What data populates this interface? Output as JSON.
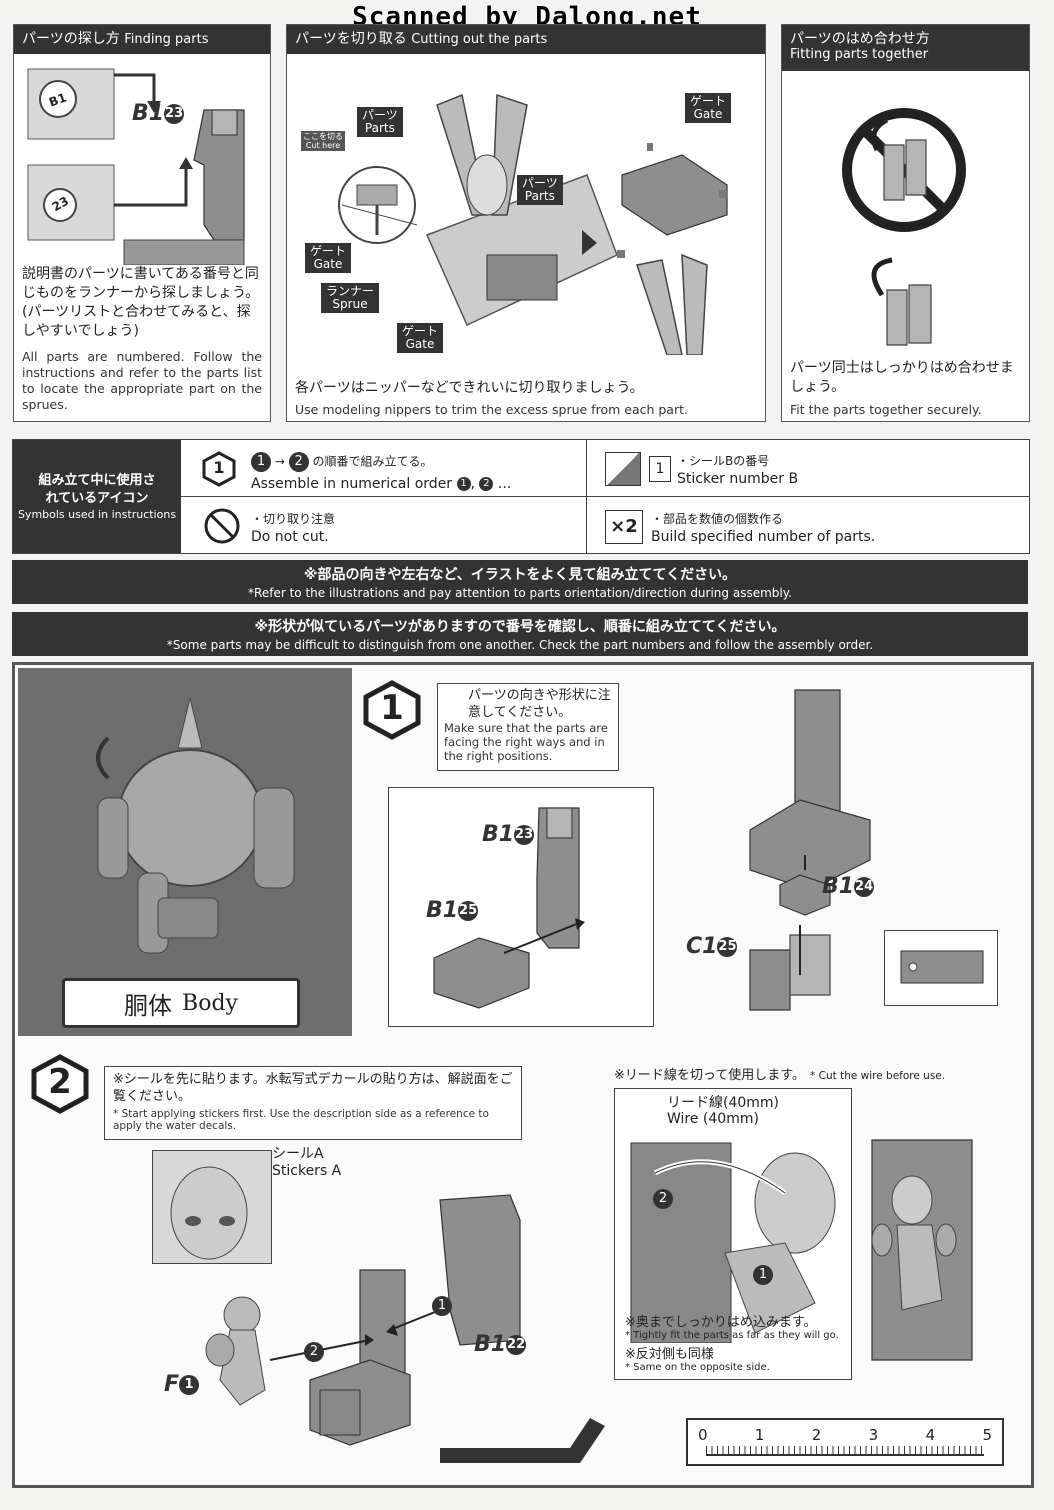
{
  "watermark": "Scanned by Dalong.net",
  "panel_find": {
    "title_jp": "パーツの探し方",
    "title_en": "Finding parts",
    "part_code": "B1",
    "part_num": "23",
    "sprue_tag_1": "B1",
    "sprue_tag_2": "23",
    "desc_jp": "説明書のパーツに書いてある番号と同じものをランナーから探しましょう。(パーツリストと合わせてみると、探しやすいでしょう)",
    "desc_en": "All parts are numbered. Follow the instructions and refer to the parts list to locate the appropriate part on the sprues."
  },
  "panel_cut": {
    "title_jp": "パーツを切り取る",
    "title_en": "Cutting out the parts",
    "cut_here_jp": "ここを切る",
    "cut_here_en": "Cut here",
    "parts_jp": "パーツ",
    "parts_en": "Parts",
    "gate_jp": "ゲート",
    "gate_en": "Gate",
    "runner_jp": "ランナー",
    "runner_en": "Sprue",
    "desc_jp": "各パーツはニッパーなどできれいに切り取りましょう。",
    "desc_en": "Use modeling nippers to trim the excess sprue from each part."
  },
  "panel_fit": {
    "title_jp": "パーツのはめ合わせ方",
    "title_en": "Fitting parts together",
    "desc_jp": "パーツ同士はしっかりはめ合わせましょう。",
    "desc_en": "Fit the parts together securely."
  },
  "symbols": {
    "header_jp": "組み立て中に使用されているアイコン",
    "header_en": "Symbols used in instructions",
    "order_num": "1",
    "order_jp": "の順番で組み立てる。",
    "order_en": "Assemble in numerical order",
    "order_en_suffix": "...",
    "sticker_num": "1",
    "sticker_jp": "・シールBの番号",
    "sticker_en": "Sticker number B",
    "nocut_jp": "・切り取り注意",
    "nocut_en": "Do not cut.",
    "multi_label": "×2",
    "multi_jp": "・部品を数値の個数作る",
    "multi_en": "Build specified number of parts."
  },
  "notice1": {
    "jp": "※部品の向きや左右など、イラストをよく見て組み立ててください。",
    "en": "*Refer to the illustrations and pay attention to parts orientation/direction during assembly."
  },
  "notice2": {
    "jp": "※形状が似ているパーツがありますので番号を確認し、順番に組み立ててください。",
    "en": "*Some parts may be difficult to distinguish from one another. Check the part numbers and follow the assembly order."
  },
  "body": {
    "title_jp": "胴体",
    "title_en": "Body"
  },
  "step1": {
    "num": "1",
    "note_jp": "パーツの向きや形状に注意してください。",
    "note_en": "Make sure that the parts are facing the right ways and in the right positions.",
    "parts": [
      {
        "code": "B1",
        "num": "23"
      },
      {
        "code": "B1",
        "num": "25"
      },
      {
        "code": "B1",
        "num": "24"
      },
      {
        "code": "C1",
        "num": "25"
      }
    ]
  },
  "step2": {
    "num": "2",
    "note_jp": "※シールを先に貼ります。水転写式デカールの貼り方は、解説面をご覧ください。",
    "note_en": "* Start applying stickers first. Use the description side as a reference to apply the water decals.",
    "sticker_jp": "シールA",
    "sticker_en": "Stickers A",
    "part_f": {
      "code": "F",
      "num": "1"
    },
    "part_b": {
      "code": "B1",
      "num": "22"
    },
    "order_1": "1",
    "order_2": "2",
    "wire_note_jp": "※リード線を切って使用します。",
    "wire_note_en": "* Cut the wire before use.",
    "wire_jp": "リード線(40mm)",
    "wire_en": "Wire (40mm)",
    "fit_jp": "※奥までしっかりはめ込みます。",
    "fit_en": "* Tightly fit the parts as far as they will go.",
    "opp_jp": "※反対側も同様",
    "opp_en": "* Same on the opposite side."
  },
  "ruler": {
    "ticks": [
      "0",
      "1",
      "2",
      "3",
      "4",
      "5"
    ]
  }
}
